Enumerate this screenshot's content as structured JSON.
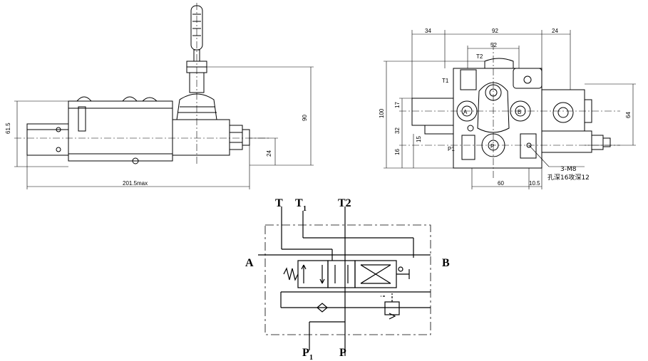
{
  "side_view": {
    "dim_height_left": "61.5",
    "dim_height_right": "90",
    "dim_bottom_offset": "24",
    "dim_length": "201.5max"
  },
  "front_view": {
    "dim_top_left": "34",
    "dim_top_mid": "92",
    "dim_top_right": "24",
    "dim_inner_top": "52",
    "dim_left_total": "100",
    "dim_left_17": "17",
    "dim_left_32": "32",
    "dim_left_15": "15",
    "dim_left_16": "16",
    "dim_right": "64",
    "dim_bottom_60": "60",
    "dim_bottom_10": "10.5",
    "port_t2": "T2",
    "port_t1": "T1",
    "port_p1": "P1",
    "port_a": "A",
    "port_b": "B",
    "port_p": "P",
    "note_line1": "3-M8",
    "note_line2": "孔深16攻深12"
  },
  "schematic": {
    "port_T": "T",
    "port_T1_main": "T",
    "port_T1_sub": "1",
    "port_T2": "T2",
    "port_A": "A",
    "port_B": "B",
    "port_P1_main": "P",
    "port_P1_sub": "1",
    "port_P": "P"
  }
}
